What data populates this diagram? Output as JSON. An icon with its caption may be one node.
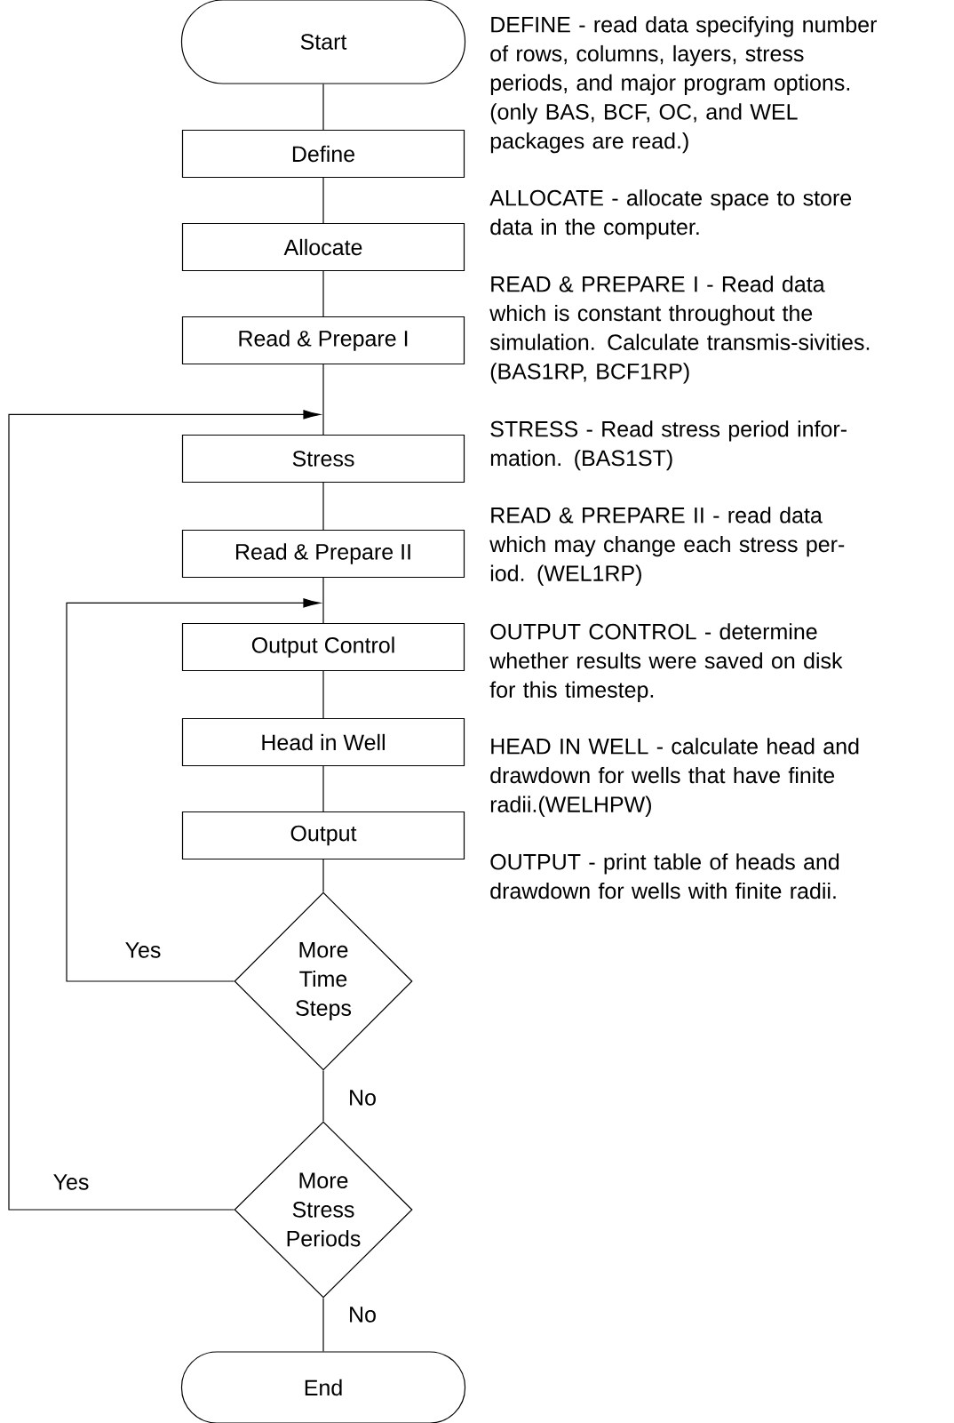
{
  "diagram": {
    "nodes": [
      {
        "text": [
          "Start"
        ]
      },
      {
        "text": [
          "Define"
        ]
      },
      {
        "text": [
          "Allocate"
        ]
      },
      {
        "text": [
          "Read & Prepare I"
        ]
      },
      {
        "text": [
          "Stress"
        ]
      },
      {
        "text": [
          "Read & Prepare II"
        ]
      },
      {
        "text": [
          "Output Control"
        ]
      },
      {
        "text": [
          "Head in Well"
        ]
      },
      {
        "text": [
          "Output"
        ]
      },
      {
        "text": [
          "More Time Steps"
        ]
      },
      {
        "text": [
          "More Stress Periods"
        ]
      },
      {
        "text": [
          "End"
        ]
      }
    ],
    "edges": [
      {
        "from": 0,
        "to": 1,
        "arrow": "none"
      },
      {
        "from": 1,
        "to": 2,
        "arrow": "none"
      },
      {
        "from": 2,
        "to": 3,
        "arrow": "none"
      },
      {
        "from": 3,
        "to": 4,
        "arrow": "none"
      },
      {
        "from": 4,
        "to": 5,
        "arrow": "none"
      },
      {
        "from": 5,
        "to": 6,
        "arrow": "none"
      },
      {
        "from": 6,
        "to": 7,
        "arrow": "none"
      },
      {
        "from": 7,
        "to": 8,
        "arrow": "none"
      },
      {
        "from": 8,
        "to": 9,
        "arrow": "none"
      },
      {
        "from": 9,
        "to": 10,
        "arrow": "none",
        "label": "No"
      },
      {
        "from": 10,
        "to": 11,
        "arrow": "none",
        "label": "No"
      },
      {
        "from": 9,
        "to": 6,
        "arrow": "to",
        "label": "Yes"
      },
      {
        "from": 10,
        "to": 4,
        "arrow": "to",
        "label": "Yes"
      }
    ],
    "labels": [
      "DEFINE - read data specifying number of rows, columns, layers, stress periods, and major program options. (only BAS, BCF, OC, and WEL packages are read.)",
      "ALLOCATE - allocate space to store data in the computer.",
      "READ & PREPARE I - Read data which is constant throughout the simulation. Calculate transmis-sivities. (BAS1RP, BCF1RP)",
      "STRESS - Read stress period infor-mation. (BAS1ST)",
      "READ & PREPARE II - read data which may change each stress per-iod. (WEL1RP)",
      "OUTPUT CONTROL - determine whether results were saved on disk for this timestep.",
      "HEAD IN WELL - calculate head and drawdown for wells that have finite radii.(WELHPW)",
      "OUTPUT - print table of heads and drawdown for wells with finite radii."
    ]
  }
}
